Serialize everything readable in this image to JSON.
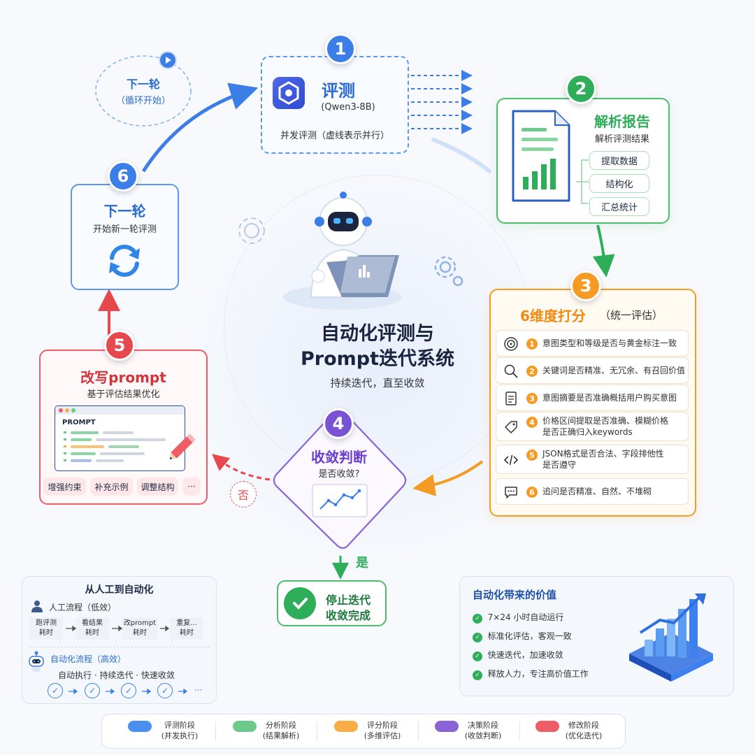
{
  "title": {
    "line1": "自动化评测与",
    "line2": "Prompt迭代系统",
    "sub": "持续迭代，直至收敛"
  },
  "loop_note": {
    "title": "下一轮",
    "sub": "（循环开始）"
  },
  "step1": {
    "num": "1",
    "title": "评测",
    "model": "(Qwen3-8B)",
    "desc": "并发评测（虚线表示并行）",
    "color": "#3b7ee8"
  },
  "step2": {
    "num": "2",
    "title": "解析报告",
    "sub": "解析评测结果",
    "items": [
      "提取数据",
      "结构化",
      "汇总统计"
    ],
    "color": "#2fae5a"
  },
  "step3": {
    "num": "3",
    "title": "6维度打分",
    "title_suffix": "（统一评估）",
    "color": "#f59b23",
    "items": [
      {
        "num": "1",
        "icon": "target-icon",
        "text": "意图类型和等级是否与黄金标注一致"
      },
      {
        "num": "2",
        "icon": "search-icon",
        "text": "关键词是否精准、无冗余、有召回价值"
      },
      {
        "num": "3",
        "icon": "document-icon",
        "text": "意图摘要是否准确概括用户购买意图"
      },
      {
        "num": "4",
        "icon": "tag-icon",
        "text": "价格区间提取是否准确、模糊价格",
        "text2": "是否正确归入keywords"
      },
      {
        "num": "5",
        "icon": "code-icon",
        "text": "JSON格式是否合法、字段排他性",
        "text2": "是否遵守"
      },
      {
        "num": "6",
        "icon": "chat-icon",
        "text": "追问是否精准、自然、不堆砌"
      }
    ]
  },
  "step4": {
    "num": "4",
    "title": "收敛判断",
    "sub": "是否收敛?",
    "yes": "是",
    "no": "否",
    "color": "#7a52d6"
  },
  "stop": {
    "line1": "停止迭代",
    "line2": "收敛完成"
  },
  "step5": {
    "num": "5",
    "title": "改写prompt",
    "sub": "基于评估结果优化",
    "prompt_label": "PROMPT",
    "chips": [
      "增强约束",
      "补充示例",
      "调整结构",
      "···"
    ],
    "color": "#e5484d"
  },
  "step6": {
    "num": "6",
    "title": "下一轮",
    "sub": "开始新一轮评测",
    "color": "#3b7ee8"
  },
  "manual_panel": {
    "title": "从人工到自动化",
    "manual_label": "人工流程（低效）",
    "manual_steps": [
      {
        "l1": "跑评测",
        "l2": "耗时"
      },
      {
        "l1": "看结果",
        "l2": "耗时"
      },
      {
        "l1": "改prompt",
        "l2": "耗时"
      },
      {
        "l1": "重复...",
        "l2": "耗时"
      }
    ],
    "auto_label": "自动化流程（高效）",
    "auto_desc": "自动执行 · 持续迭代 · 快速收敛",
    "ellipsis": "···"
  },
  "value_panel": {
    "title": "自动化带来的价值",
    "items": [
      "7×24 小时自动运行",
      "标准化评估，客观一致",
      "快速迭代，加速收敛",
      "释放人力，专注高价值工作"
    ]
  },
  "legend": [
    {
      "l1": "评测阶段",
      "l2": "(并发执行)",
      "color": "#4a90f0"
    },
    {
      "l1": "分析阶段",
      "l2": "(结果解析)",
      "color": "#6cc98a"
    },
    {
      "l1": "评分阶段",
      "l2": "(多维评估)",
      "color": "#f9ad45"
    },
    {
      "l1": "决策阶段",
      "l2": "(收敛判断)",
      "color": "#8a63d6"
    },
    {
      "l1": "修改阶段",
      "l2": "(优化迭代)",
      "color": "#ee5c65"
    }
  ]
}
